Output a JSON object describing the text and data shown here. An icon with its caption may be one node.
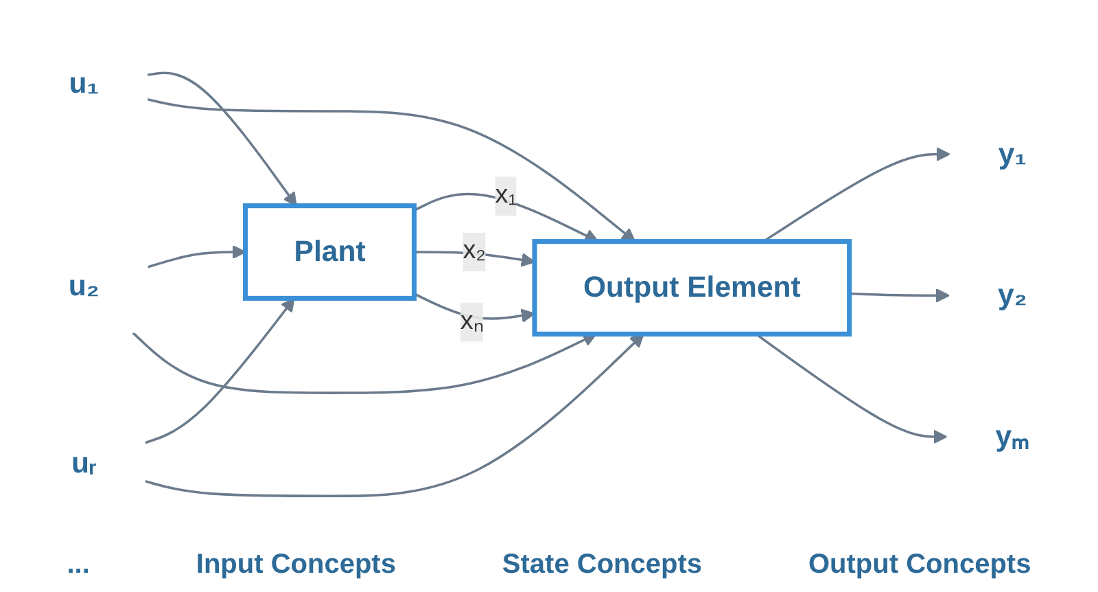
{
  "diagram": {
    "nodes": [
      {
        "text": [
          "u₁"
        ]
      },
      {
        "text": [
          "u₂"
        ]
      },
      {
        "text": [
          "uᵣ"
        ]
      },
      {
        "text": [
          "Plant"
        ]
      },
      {
        "text": [
          "Output Element"
        ]
      },
      {
        "text": [
          "y₁"
        ]
      },
      {
        "text": [
          "y₂"
        ]
      },
      {
        "text": [
          "yₘ"
        ]
      }
    ],
    "edges": [
      {
        "from": 0,
        "to": 3,
        "arrow": "to"
      },
      {
        "from": 1,
        "to": 3,
        "arrow": "to"
      },
      {
        "from": 2,
        "to": 3,
        "arrow": "to"
      },
      {
        "from": 3,
        "to": 4,
        "label": "x₁",
        "arrow": "to"
      },
      {
        "from": 3,
        "to": 4,
        "label": "x₂",
        "arrow": "to"
      },
      {
        "from": 3,
        "to": 4,
        "label": "xₙ",
        "arrow": "to"
      },
      {
        "from": 0,
        "to": 4,
        "arrow": "to"
      },
      {
        "from": 1,
        "to": 4,
        "arrow": "to"
      },
      {
        "from": 2,
        "to": 4,
        "arrow": "to"
      },
      {
        "from": 4,
        "to": 5,
        "arrow": "to"
      },
      {
        "from": 4,
        "to": 6,
        "arrow": "to"
      },
      {
        "from": 4,
        "to": 7,
        "arrow": "to"
      }
    ],
    "labels": [
      "...",
      "Input Concepts",
      "State Concepts",
      "Output Concepts"
    ]
  }
}
